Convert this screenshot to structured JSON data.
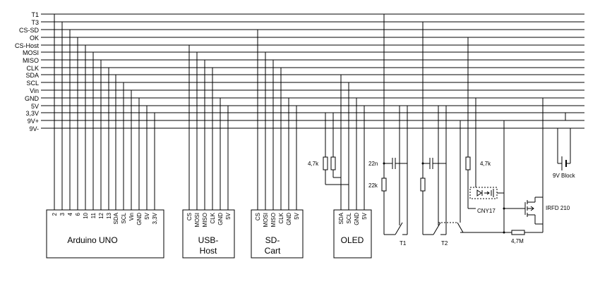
{
  "bus_lines": [
    "T1",
    "T3",
    "CS-SD",
    "OK",
    "CS-Host",
    "MOSI",
    "MISO",
    "CLK",
    "SDA",
    "SCL",
    "Vin",
    "GND",
    "5V",
    "3,3V",
    "9V+",
    "9V-"
  ],
  "modules": {
    "arduino": {
      "title": "Arduino UNO",
      "pins": [
        "2",
        "3",
        "4",
        "6",
        "10",
        "11",
        "12",
        "13",
        "SDA",
        "SCL",
        "Vin",
        "GND",
        "5V",
        "3,3V"
      ]
    },
    "usb_host": {
      "title_lines": [
        "USB-",
        "Host"
      ],
      "pins": [
        "CS",
        "MOSI",
        "MISO",
        "CLK",
        "GND",
        "5V"
      ]
    },
    "sd_card": {
      "title_lines": [
        "SD-",
        "Cart"
      ],
      "pins": [
        "CS",
        "MOSI",
        "MISO",
        "CLK",
        "GND",
        "5V"
      ]
    },
    "oled": {
      "title": "OLED",
      "pins": [
        "SDA",
        "SCL",
        "GND",
        "5V"
      ]
    }
  },
  "components": {
    "pullup_resistor": "4,7k",
    "capacitor": "22n",
    "resistor_22k": "22k",
    "resistor_4k7": "4,7k",
    "switch_t1": "T1",
    "switch_t2": "T2",
    "optocoupler": "CNY17",
    "mosfet": "IRFD 210",
    "resistor_4m7": "4,7M",
    "battery": "9V Block"
  }
}
